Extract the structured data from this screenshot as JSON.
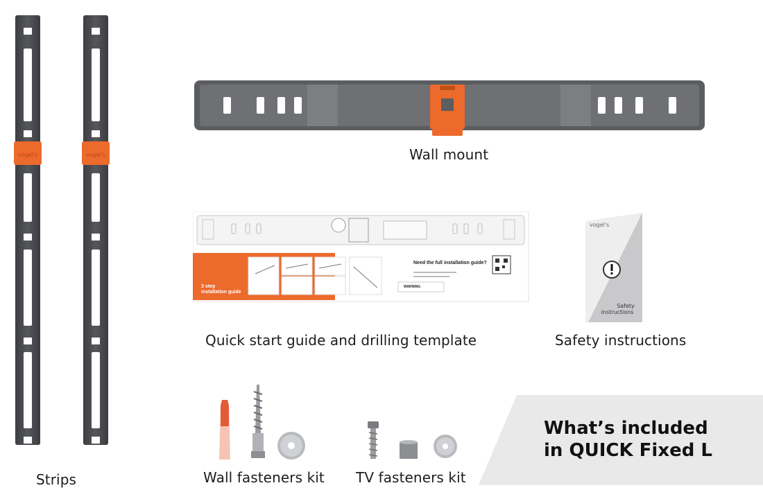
{
  "captions": {
    "strips": "Strips",
    "wall_mount": "Wall mount",
    "quick_start": "Quick start guide and drilling template",
    "safety": "Safety instructions",
    "wall_fasteners": "Wall fasteners kit",
    "tv_fasteners": "TV fasteners kit"
  },
  "banner": {
    "line1": "What’s included",
    "line2": "in QUICK Fixed L"
  },
  "guide_sheet": {
    "steps_line1": "3 step",
    "steps_line2": "installation guide",
    "need_full": "Need the full installation guide?",
    "warning": "WARNING"
  },
  "safety_card": {
    "line1": "Safety",
    "line2": "instructions",
    "brand": "vogel's"
  },
  "colors": {
    "accent": "#ec6a2c",
    "metal_dark": "#5a5c60",
    "metal_mid": "#6d6f73",
    "banner_bg": "#e9e9ea"
  }
}
